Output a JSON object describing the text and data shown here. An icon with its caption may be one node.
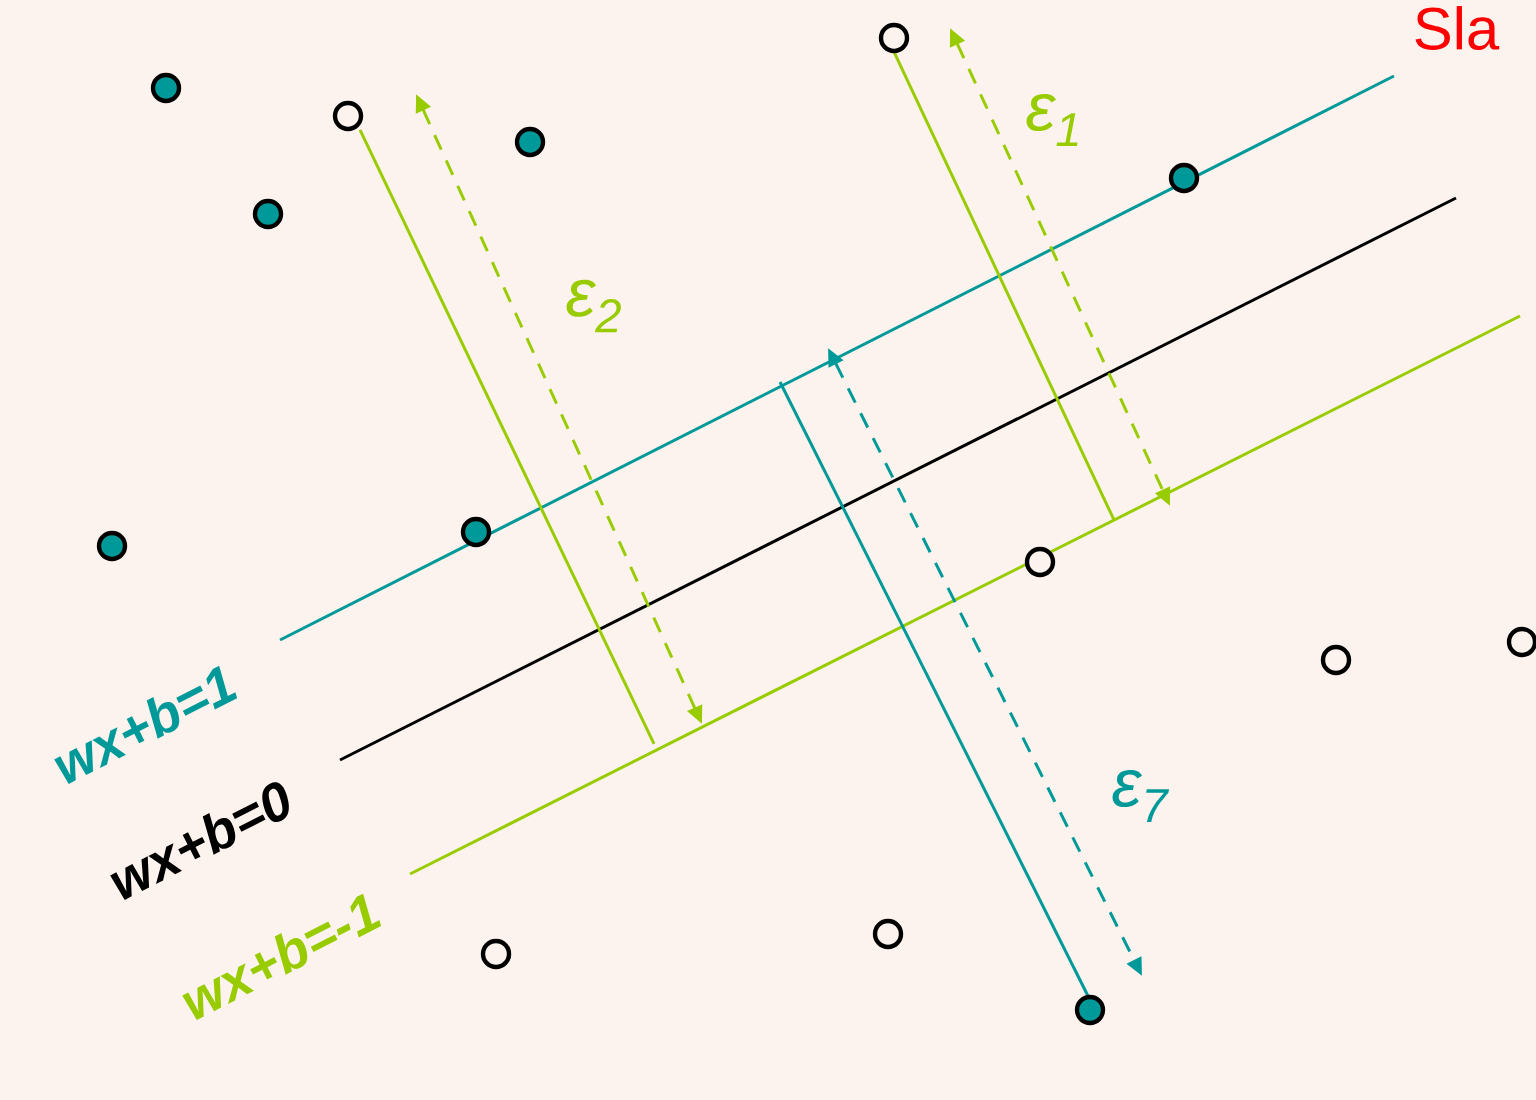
{
  "diagram": {
    "labels": [
      "Sla",
      "ε$_{1}$",
      "ε$_{2}$",
      "wx+b=1",
      "wx+b=0",
      "ε$_{7}$",
      "wx+b=-1"
    ]
  }
}
